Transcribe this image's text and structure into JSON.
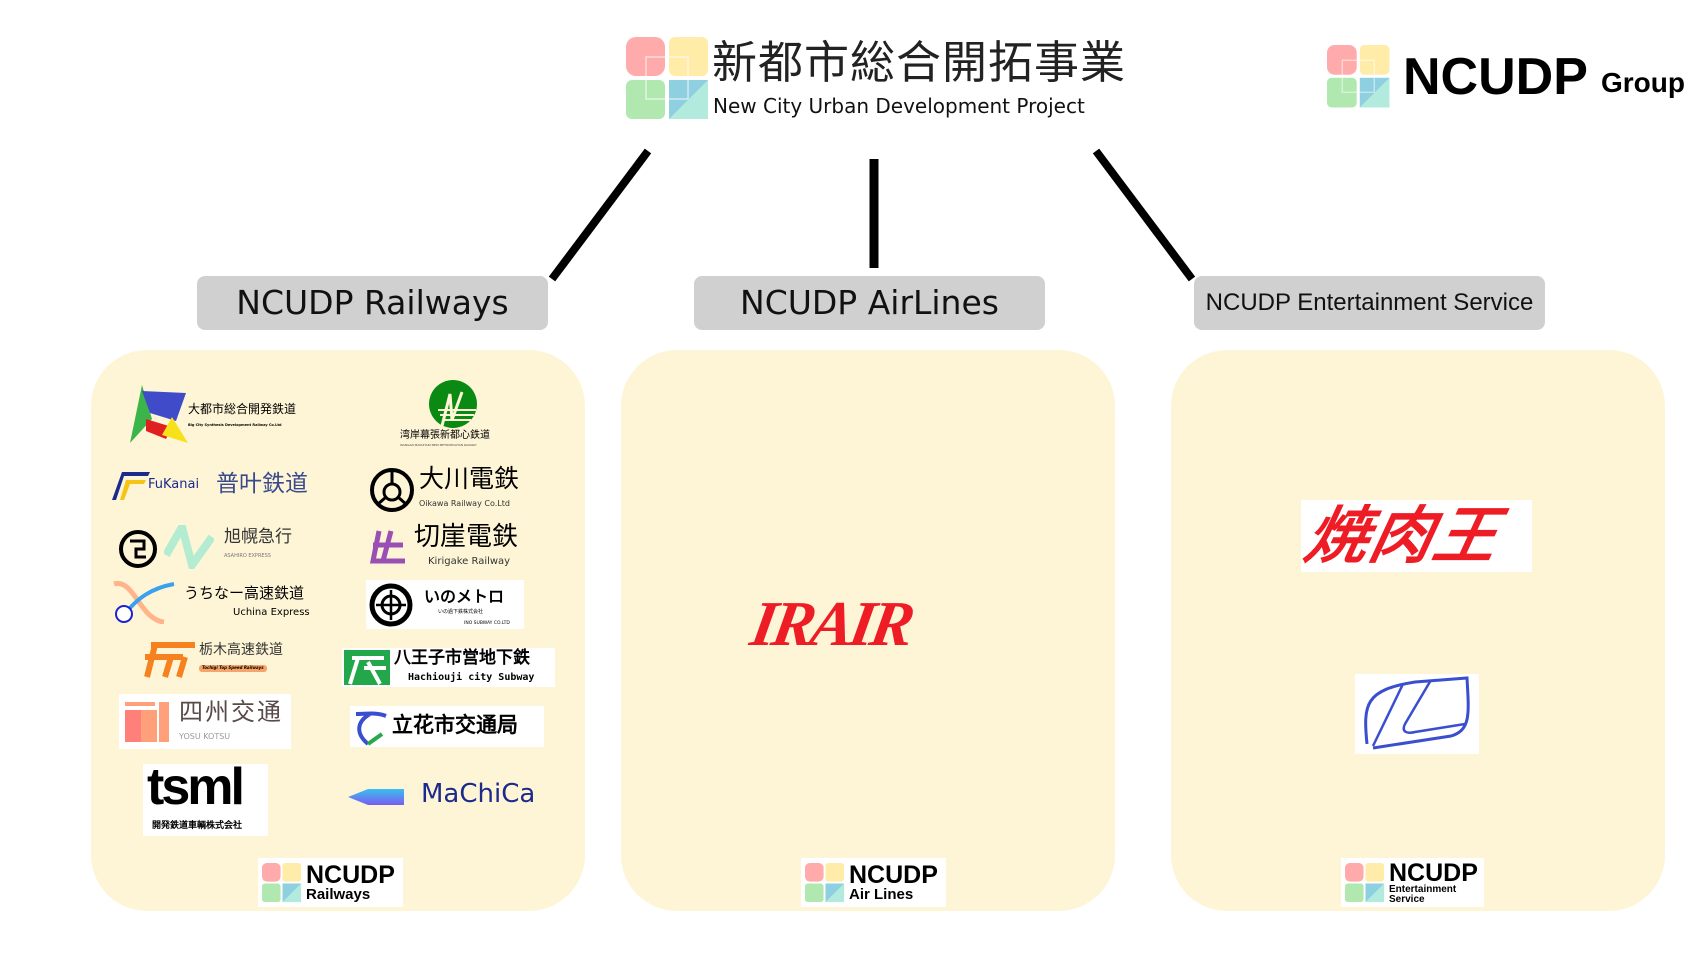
{
  "header": {
    "title_jp": "新都市総合開拓事業",
    "title_en": "New City Urban Development Project",
    "group_name": "NCUDP",
    "group_suffix": "Group"
  },
  "divisions": [
    {
      "label": "NCUDP Railways",
      "footer_title": "NCUDP",
      "footer_sub": "Railways"
    },
    {
      "label": "NCUDP AirLines",
      "footer_title": "NCUDP",
      "footer_sub": "Air Lines"
    },
    {
      "label": "NCUDP Entertainment Service",
      "footer_title": "NCUDP",
      "footer_sub": "Entertainment Service"
    }
  ],
  "railways": {
    "daitoshi": {
      "jp": "大都市総合開発鉄道",
      "en": "Big City Synthesis Development Railway Co.Ltd"
    },
    "wangan": {
      "jp": "湾岸幕張新都心鉄道",
      "en": "WANGAN MAKUHARI NEW METROPOLITAN RAILWAY"
    },
    "fukanai": {
      "en": "FuKanai",
      "jp": "普叶鉄道"
    },
    "oikawa": {
      "jp": "大川電鉄",
      "en": "Oikawa Railway Co.Ltd"
    },
    "asahoro": {
      "jp": "旭幌急行",
      "en": "ASAHIRO EXPRESS"
    },
    "kirigake": {
      "jp": "切崖電鉄",
      "en": "Kirigake Railway"
    },
    "uchina": {
      "jp": "うちなー高速鉄道",
      "en": "Uchina Express"
    },
    "ino": {
      "jp": "いのメトロ",
      "jp_sub": "いの過下鉄株式会社",
      "en": "INO SUBWAY CO.LTD"
    },
    "tochigi": {
      "jp": "栃木高速鉄道",
      "en": "Tochigi Top Speed Railways"
    },
    "hachiouji": {
      "jp": "八王子市営地下鉄",
      "en": "Hachiouji city Subway"
    },
    "yosu": {
      "jp": "四州交通",
      "en": "YOSU KOTSU"
    },
    "tachibana": {
      "jp": "立花市交通局"
    },
    "tsml": {
      "en": "tsml",
      "jp": "開発鉄道車輌株式会社"
    },
    "machica": {
      "en": "MaChiCa"
    }
  },
  "airlines": {
    "irair": "IRAIR"
  },
  "entertainment": {
    "yakiniku": "焼肉王"
  },
  "colors": {
    "panel": "#fef5d6",
    "label_bg": "#d0d0d0",
    "red": "#ee1c25",
    "blue": "#3a4fcf"
  }
}
